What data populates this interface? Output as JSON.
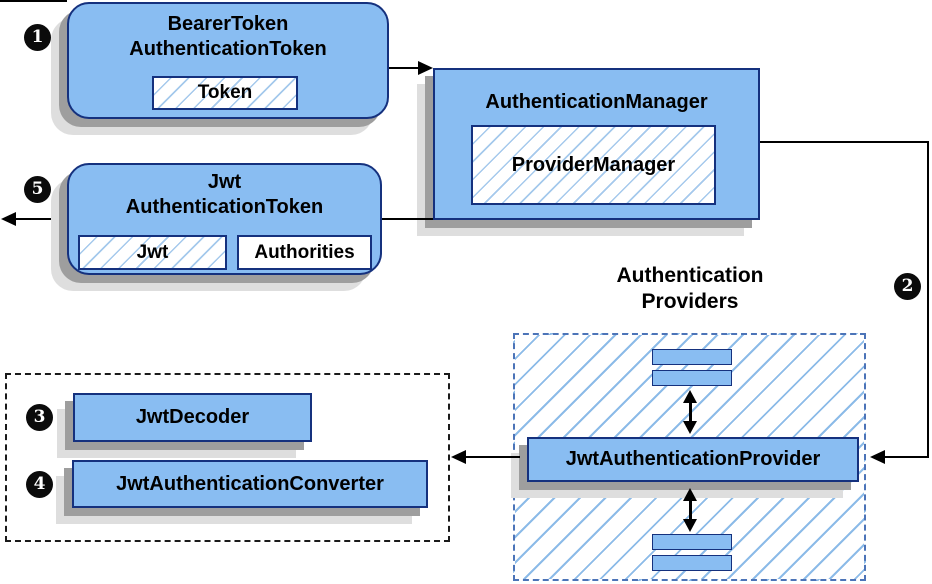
{
  "diagram": {
    "nodes": {
      "bearer_token": {
        "title_line1": "BearerToken",
        "title_line2": "AuthenticationToken",
        "chip": "Token"
      },
      "authentication_manager": {
        "title": "AuthenticationManager",
        "inner": "ProviderManager"
      },
      "jwt_authentication_token": {
        "title_line1": "Jwt",
        "title_line2": "AuthenticationToken",
        "chip_jwt": "Jwt",
        "chip_authorities": "Authorities"
      },
      "providers_group": {
        "heading_line1": "Authentication",
        "heading_line2": "Providers",
        "provider": "JwtAuthenticationProvider"
      },
      "decoder_group": {
        "decoder": "JwtDecoder",
        "converter": "JwtAuthenticationConverter"
      }
    },
    "steps": {
      "one": "1",
      "two": "2",
      "three": "3",
      "four": "4",
      "five": "5"
    },
    "colors": {
      "node_fill": "#89BDF2",
      "node_border": "#15317E",
      "hatch_line_fine": "#A5C9EC",
      "hatch_line_wide": "#8CBBE8",
      "providers_dash": "#4C74B8",
      "decoder_dash": "#1A1A1A",
      "shadow_dark": "#9E9E9E",
      "shadow_light": "#DEDEDE",
      "connector": "#000000",
      "badge_bg": "#0B0B0B",
      "badge_text": "#FFFFFF"
    }
  }
}
